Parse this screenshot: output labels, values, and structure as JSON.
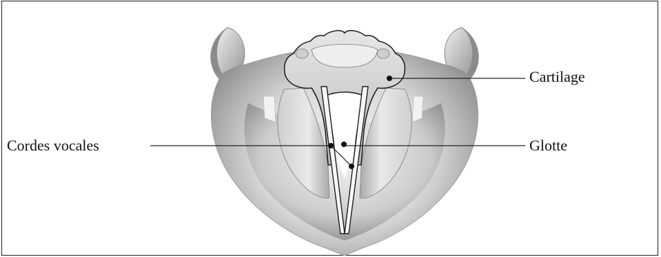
{
  "figure": {
    "labels": {
      "cartilage": "Cartilage",
      "glotte": "Glotte",
      "cordes_vocales": "Cordes vocales"
    }
  }
}
